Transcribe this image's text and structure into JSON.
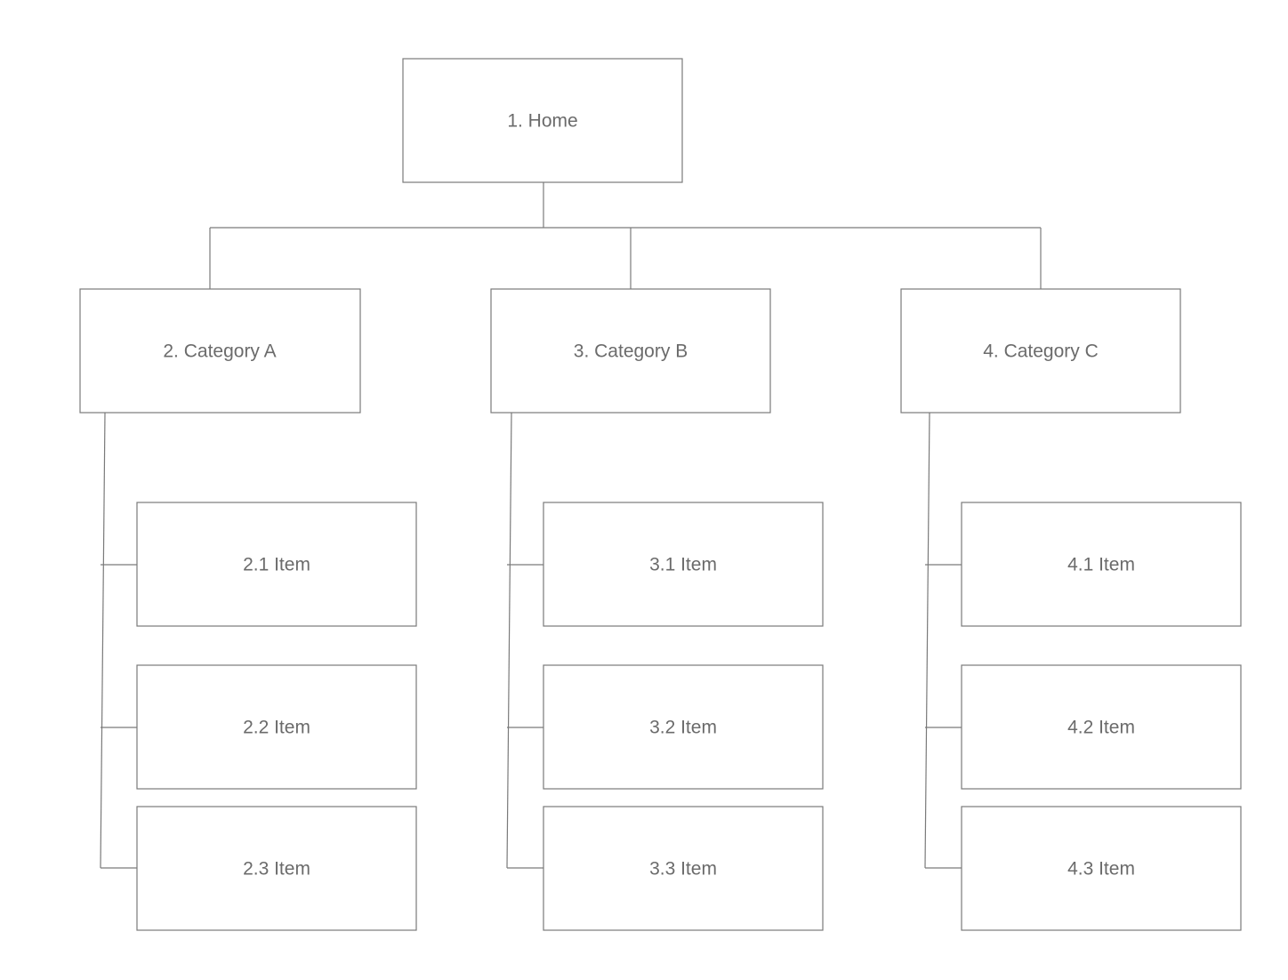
{
  "sitemap": {
    "root": {
      "label": "1. Home"
    },
    "categories": [
      {
        "label": "2. Category A",
        "items": [
          {
            "label": "2.1 Item"
          },
          {
            "label": "2.2 Item"
          },
          {
            "label": "2.3 Item"
          }
        ]
      },
      {
        "label": "3. Category B",
        "items": [
          {
            "label": "3.1 Item"
          },
          {
            "label": "3.2 Item"
          },
          {
            "label": "3.3 Item"
          }
        ]
      },
      {
        "label": "4. Category C",
        "items": [
          {
            "label": "4.1 Item"
          },
          {
            "label": "4.2 Item"
          },
          {
            "label": "4.3 Item"
          }
        ]
      }
    ]
  },
  "colors": {
    "stroke": "#7a7a7a",
    "text": "#6b6b6b",
    "background": "#ffffff"
  }
}
